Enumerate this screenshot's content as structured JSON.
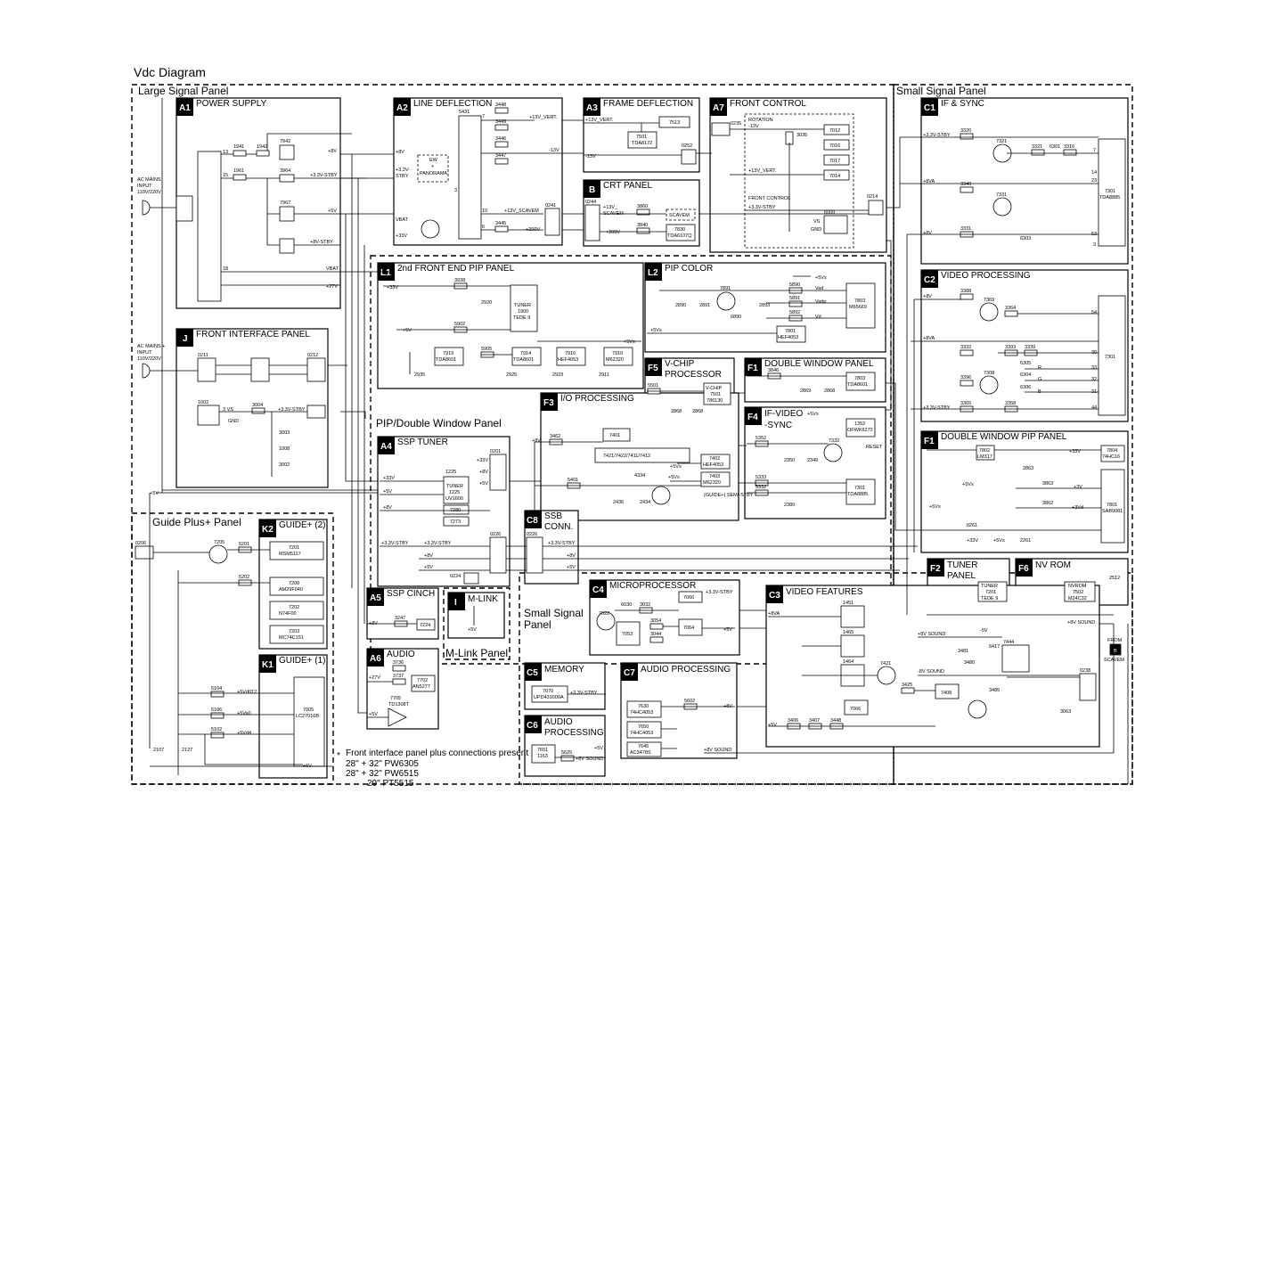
{
  "title": "Vdc Diagram",
  "groups": {
    "large_signal": "Large Signal Panel",
    "small_signal": "Small Signal Panel",
    "pip_double": "PIP/Double Window Panel",
    "guide_plus": "Guide Plus+ Panel",
    "small_signal_panel": "Small Signal Panel",
    "mlink_panel": "M-Link Panel"
  },
  "blocks": [
    {
      "code": "A1",
      "title": "POWER SUPPLY"
    },
    {
      "code": "A2",
      "title": "LINE DEFLECTION"
    },
    {
      "code": "A3",
      "title": "FRAME DEFLECTION"
    },
    {
      "code": "A7",
      "title": "FRONT CONTROL"
    },
    {
      "code": "B",
      "title": "CRT PANEL"
    },
    {
      "code": "C1",
      "title": "IF & SYNC"
    },
    {
      "code": "C2",
      "title": "VIDEO PROCESSING"
    },
    {
      "code": "L1",
      "title": "2nd FRONT END PIP PANEL"
    },
    {
      "code": "L2",
      "title": "PIP COLOR"
    },
    {
      "code": "J",
      "title": "FRONT INTERFACE PANEL"
    },
    {
      "code": "F5",
      "title": "V-CHIP PROCESSOR"
    },
    {
      "code": "F1",
      "title": "DOUBLE WINDOW PANEL"
    },
    {
      "code": "F3",
      "title": "I/O PROCESSING"
    },
    {
      "code": "F4",
      "title": "IF-VIDEO -SYNC"
    },
    {
      "code": "A4",
      "title": "SSP TUNER"
    },
    {
      "code": "F1",
      "title": "DOUBLE WINDOW PIP PANEL"
    },
    {
      "code": "K2",
      "title": "GUIDE+ (2)"
    },
    {
      "code": "C8",
      "title": "SSB CONN."
    },
    {
      "code": "F2",
      "title": "TUNER PANEL"
    },
    {
      "code": "F6",
      "title": "NV ROM"
    },
    {
      "code": "A5",
      "title": "SSP CINCH"
    },
    {
      "code": "I",
      "title": "M-LINK"
    },
    {
      "code": "C4",
      "title": "MICROPROCESSOR"
    },
    {
      "code": "C3",
      "title": "VIDEO FEATURES"
    },
    {
      "code": "A6",
      "title": "AUDIO"
    },
    {
      "code": "K1",
      "title": "GUIDE+ (1)"
    },
    {
      "code": "C5",
      "title": "MEMORY"
    },
    {
      "code": "C7",
      "title": "AUDIO PROCESSING"
    },
    {
      "code": "C6",
      "title": "AUDIO PROCESSING"
    }
  ],
  "labels": {
    "ac_mains_1": "AC MAINS",
    "ac_mains_2": "INPUT",
    "ac_mains_3": "110V/220V",
    "ac_mains_j1": "AC MAINS +",
    "ac_mains_j2": "INPUT",
    "ac_mains_j3": "110V/220V",
    "p8v": "+8V",
    "p33stby": "+3.3V-STBY",
    "p5v": "+5V",
    "p8vstby": "+8V-STBY",
    "vbat": "VBAT",
    "p27v": "+27V",
    "p33v": "+33V",
    "p13v_vert": "+13V_VERT.",
    "m13v": "-13V",
    "p13v_scavem": "+13V_SCAVEM",
    "p200v": "+200V",
    "ew": "EW",
    "panorama": "PANORAMA",
    "scavem": "SCAVEM",
    "rotation": "ROTATION",
    "front_control": "FRONT CONTROL",
    "p8va": "+8VA",
    "p5vs": "+5Vs",
    "tuner": "TUNER",
    "tede9": "TEDE 9",
    "vad": "Vad",
    "vadp": "Vadp",
    "vd": "Vd",
    "gnd": "GND",
    "vs": "VS",
    "reset": "RESET",
    "guide_semi": "(GUIDE+) SEMI-STBY",
    "p8v_sound": "+8V SOUND",
    "m8v_sound": "-8V SOUND",
    "from": "FROM",
    "b": "B",
    "scavem2": "SCAVEM",
    "r": "R",
    "g": "G",
    "bb": "B",
    "p3v": "+3V",
    "p3vd": "+3Vd",
    "m5v": "-5V"
  },
  "chips": {
    "c1941": "1941",
    "c1942": "1942",
    "c1961": "1961",
    "c7942": "7942",
    "c3964": "3964",
    "c7967": "7967",
    "c5431": "5431",
    "c3448": "3448",
    "c3449": "3449",
    "c3446": "3446",
    "c3447": "3447",
    "c0241": "0241",
    "c3445": "3445",
    "c7501": "7501",
    "c7501t": "TDA8172",
    "c7513": "7513",
    "c0252": "0252",
    "c0244": "0244",
    "c3860": "3860",
    "c3840": "3840",
    "c7830": "7830",
    "c7830t": "TDA6107Q",
    "c0235": "0235",
    "c3035": "3035",
    "c7012": "7012",
    "c7016": "7016",
    "c7017": "7017",
    "c7014": "7014",
    "c6009": "6009",
    "c0214": "0214",
    "c3320": "3320",
    "c7321": "7321",
    "c3321": "3321",
    "c6301": "6301",
    "c3316": "3316",
    "c7301": "7301",
    "c7301t": "TDA8885",
    "c3340": "3340",
    "c7331": "7331",
    "c3331": "3331",
    "c6303": "6303",
    "c3938": "3938",
    "c2920": "2920",
    "c1900": "1900",
    "c5902": "5902",
    "c5905": "5905",
    "c7919": "7919",
    "c7919t": "TDA8601",
    "c7914": "7914",
    "c7914t": "TDA8601",
    "c7916": "7916",
    "c7916t": "HEF4053",
    "c7910": "7910",
    "c7910t": "M62320",
    "c2935": "2935",
    "c2925": "2925",
    "c2923": "2923",
    "c2911": "2911",
    "c7891": "7891",
    "c2890": "2890",
    "c2891": "2891",
    "c6890": "6890",
    "c2893": "2893",
    "c5890": "5890",
    "c5891": "5891",
    "c5892": "5892",
    "c7803": "7803",
    "c7803t": "M65669",
    "c7801": "7801",
    "c7801t": "HEF4053",
    "c3388": "3388",
    "c7369": "7369",
    "c3364": "3364",
    "c3332": "3332",
    "c3393": "3393",
    "c3339": "3339",
    "c7308": "7308",
    "c3396": "3396",
    "c6305": "6305",
    "c6304": "6304",
    "c6306": "6306",
    "c3365": "3365",
    "c3358": "3358",
    "c7301b": "7301",
    "c0211": "0211",
    "c0212": "0212",
    "c1002": "1002",
    "c3004": "3004",
    "c3003": "3003",
    "c1008": "1008",
    "c3002": "3002",
    "c3vs": "3 VS",
    "c5501": "5501",
    "c7501v": "7501",
    "c786130": "786130",
    "cvchip": "V-CHIP",
    "c2868a": "2868",
    "c2868b": "2868",
    "c3846": "3846",
    "c2869": "2869",
    "c2868c": "2868",
    "c7803b": "7803",
    "c7803bt": "TDA8601",
    "c3462": "3462",
    "c7401": "7401",
    "c7421": "7421/7422/7411/7412",
    "c7402": "7402",
    "c7402t": "HEF4053",
    "c7403": "7403",
    "c7403t": "M62320",
    "c4334": "4334",
    "c5401": "5401",
    "c2436": "2436",
    "c2434": "2434",
    "c1352": "1352",
    "c1352t": "OFWK6272",
    "c7332": "7332",
    "c5352": "5352",
    "c2350": "2350",
    "c2349": "2349",
    "c5333": "5333",
    "c5332": "5332",
    "c2380": "2380",
    "c7301c": "7301",
    "c7301ct": "TDA8885",
    "c1225": "1225",
    "c1225t": "UV1600",
    "c7280": "7280",
    "c7273": "7273",
    "c0201": "0201",
    "c0226": "0226",
    "c0224": "0224",
    "c7802": "7802",
    "c7802t": "LM317",
    "c2863": "2863",
    "c3863": "3863",
    "c3862": "3862",
    "c7804": "7804",
    "c7804t": "74HC16",
    "c7801b": "7801",
    "c7801bt": "SAB9081",
    "c0261": "0261",
    "c2261": "2261",
    "c0206": "0206",
    "c7205": "7205",
    "c5201": "5201",
    "c7201": "7201",
    "c7201t": "MSM5117",
    "c5202": "5202",
    "c7200": "7200",
    "c7200t": "AM29F040",
    "c7202": "7202",
    "c7202t": "N74F00",
    "c7203": "7203",
    "c7203t": "MC74C151",
    "c0226b": "0226",
    "c7201b": "7201",
    "c2512": "2512",
    "c7502": "7502",
    "c7502t": "M24C32",
    "cnvrom": "NVROM",
    "c3247": "3247",
    "c7224": "7224",
    "c6030": "6030",
    "c3032": "3032",
    "c7066": "7066",
    "c7022": "7022",
    "c3054": "3054",
    "c3044": "3044",
    "c7053": "7053",
    "c7064": "7064",
    "c1451": "1451",
    "c1465": "1465",
    "c1464": "1464",
    "c7421b": "7421",
    "c3425": "3425",
    "c7066b": "7066",
    "c7408": "7408",
    "c3406": "3406",
    "c3407": "3407",
    "c3448b": "3448",
    "c6417": "6417",
    "c7444": "7444",
    "c3481": "3481",
    "c3480": "3480",
    "c3485": "3485",
    "c0238": "0238",
    "c3063": "3063",
    "c3736": "3736",
    "c3737": "3737",
    "c7702": "7702",
    "c7702t": "AN5277",
    "c7705": "7705",
    "c7705t": "TD1308T",
    "c5104": "5104",
    "c5106": "5106",
    "c5102": "5102",
    "c7005": "7005",
    "c7005t": "LC27016B",
    "c2107": "2107",
    "c2127": "2127",
    "c7070": "7070",
    "c7070t": "UPD431000A",
    "c7630": "7630",
    "c7630t": "74HC4053",
    "c7650": "7650",
    "c7650t": "74HC4053",
    "c7645": "7645",
    "c7645t": "AC3478S",
    "c5602": "5602",
    "c7651": "7651",
    "c1163": "1163",
    "c5625": "5625"
  },
  "footnote": {
    "star": "*",
    "line1": "Front interface panel plus connections present",
    "line2": "28\" + 32\"  PW6305",
    "line3": "28\" + 32\"  PW6515",
    "line4": "29\"  PT5515"
  }
}
